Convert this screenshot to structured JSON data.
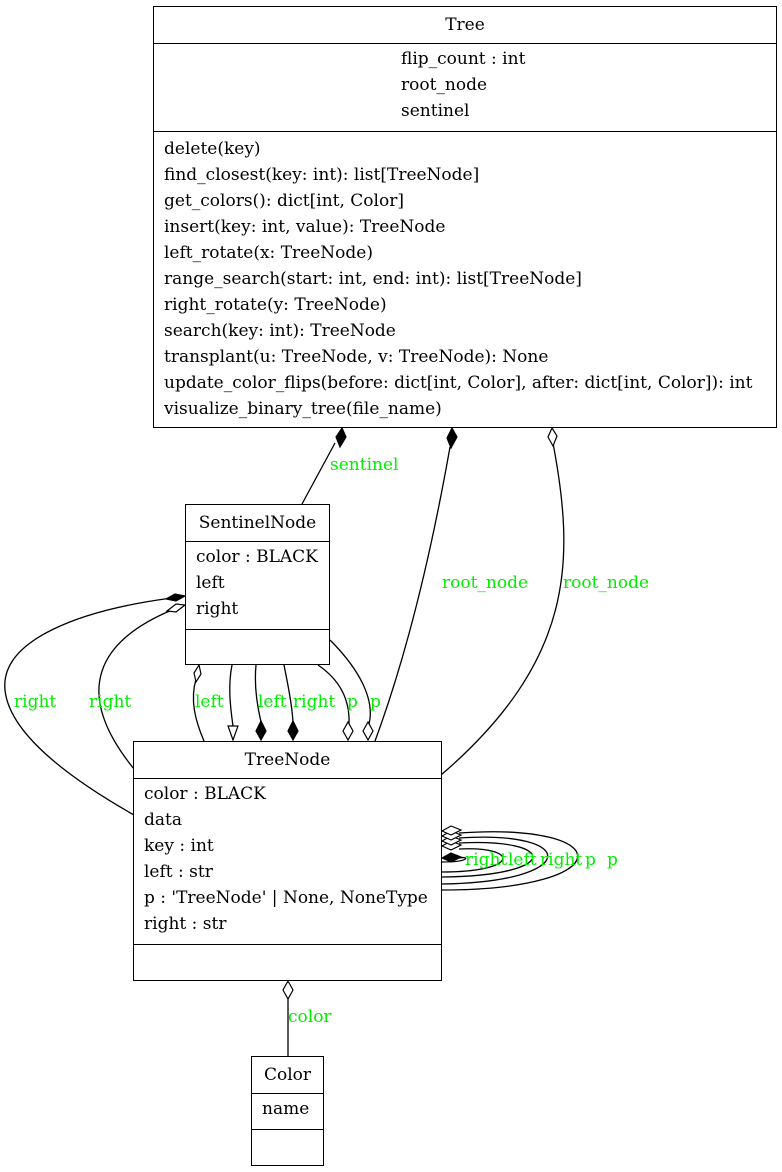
{
  "classes": {
    "tree": {
      "name": "Tree",
      "attributes": [
        "flip_count : int",
        "root_node",
        "sentinel"
      ],
      "methods": [
        "delete(key)",
        "find_closest(key: int): list[TreeNode]",
        "get_colors(): dict[int, Color]",
        "insert(key: int, value): TreeNode",
        "left_rotate(x: TreeNode)",
        "range_search(start: int, end: int): list[TreeNode]",
        "right_rotate(y: TreeNode)",
        "search(key: int): TreeNode",
        "transplant(u: TreeNode, v: TreeNode): None",
        "update_color_flips(before: dict[int, Color], after: dict[int, Color]): int",
        "visualize_binary_tree(file_name)"
      ]
    },
    "sentinel_node": {
      "name": "SentinelNode",
      "attributes": [
        "color : BLACK",
        "left",
        "right"
      ],
      "methods": []
    },
    "tree_node": {
      "name": "TreeNode",
      "attributes": [
        "color : BLACK",
        "data",
        "key : int",
        "left : str",
        "p : 'TreeNode' | None, NoneType",
        "right : str"
      ],
      "methods": []
    },
    "color": {
      "name": "Color",
      "attributes": [
        "name"
      ],
      "methods": []
    }
  },
  "edge_labels": {
    "sentinel": "sentinel",
    "root_node_a": "root_node",
    "root_node_b": "root_node",
    "right_outer": "right",
    "right_inner": "right",
    "left_sn": "left",
    "left_tn": "left",
    "right_tn": "right",
    "p_a": "p",
    "p_b": "p",
    "self_right": "right",
    "self_left": "left",
    "self_right2": "right",
    "self_p": "p",
    "self_p2": "p",
    "color": "color"
  },
  "colors": {
    "label": "#00ee00",
    "line": "#000000"
  }
}
